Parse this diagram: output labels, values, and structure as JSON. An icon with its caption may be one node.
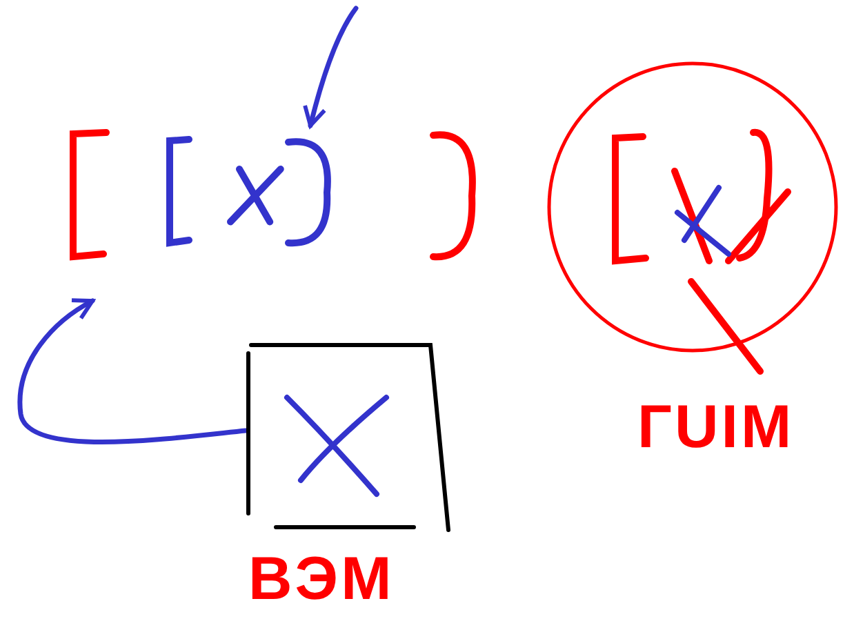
{
  "diagram": {
    "nodes": [
      {
        "text": [],
        "shape": "bracket"
      },
      {
        "text": [],
        "shape": "bracket",
        "in": 0
      },
      {
        "text": [],
        "shape": "circle",
        "beside": [
          "ГUIM"
        ]
      },
      {
        "text": [],
        "shape": "box",
        "beside": [
          "ВЭМ"
        ]
      }
    ],
    "edges": [
      {
        "from": null,
        "to": 1,
        "arrow": "to"
      },
      {
        "from": 3,
        "to": 0,
        "arrow": "to"
      }
    ]
  }
}
